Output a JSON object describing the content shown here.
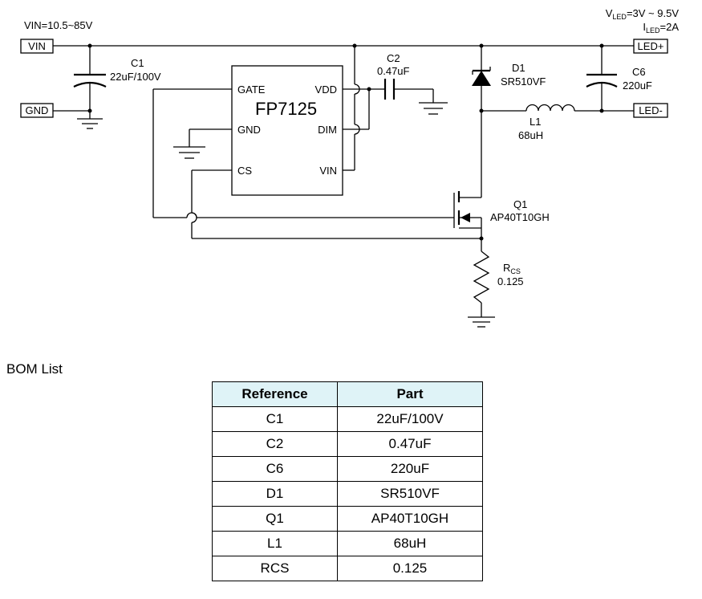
{
  "schematic": {
    "vin_spec": "VIN=10.5~85V",
    "vled_spec": {
      "main": "V",
      "sub": "LED",
      "rest": "=3V ~ 9.5V"
    },
    "iled_spec": {
      "main": "I",
      "sub": "LED",
      "rest": "=2A"
    },
    "terminals": {
      "vin": "VIN",
      "gnd": "GND",
      "led_plus": "LED+",
      "led_minus": "LED-"
    },
    "ic": {
      "name": "FP7125",
      "pins": {
        "gate": "GATE",
        "gnd": "GND",
        "cs": "CS",
        "vdd": "VDD",
        "dim": "DIM",
        "vin": "VIN"
      }
    },
    "c1": {
      "ref": "C1",
      "value": "22uF/100V"
    },
    "c2": {
      "ref": "C2",
      "value": "0.47uF"
    },
    "c6": {
      "ref": "C6",
      "value": "220uF"
    },
    "d1": {
      "ref": "D1",
      "value": "SR510VF"
    },
    "l1": {
      "ref": "L1",
      "value": "68uH"
    },
    "q1": {
      "ref": "Q1",
      "value": "AP40T10GH"
    },
    "rcs": {
      "main": "R",
      "sub": "CS",
      "value": "0.125"
    }
  },
  "bom": {
    "title": "BOM List",
    "headers": [
      "Reference",
      "Part"
    ],
    "rows": [
      [
        "C1",
        "22uF/100V"
      ],
      [
        "C2",
        "0.47uF"
      ],
      [
        "C6",
        "220uF"
      ],
      [
        "D1",
        "SR510VF"
      ],
      [
        "Q1",
        "AP40T10GH"
      ],
      [
        "L1",
        "68uH"
      ],
      [
        "RCS",
        "0.125"
      ]
    ]
  }
}
